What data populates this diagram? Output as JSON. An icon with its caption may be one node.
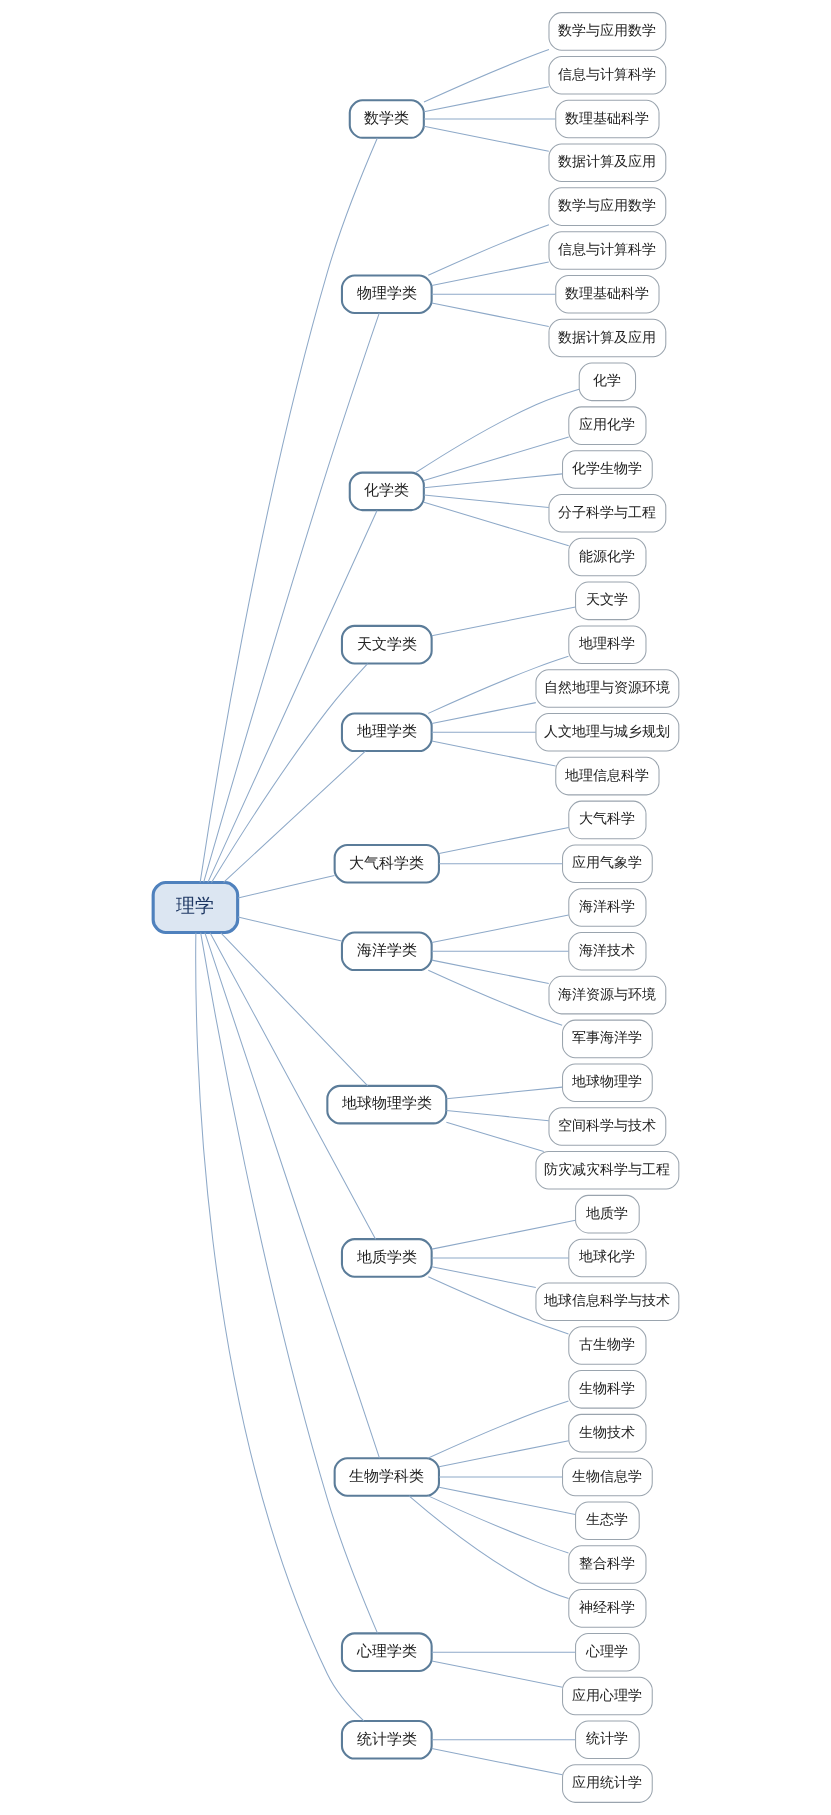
{
  "diagram": {
    "nodes": [
      {
        "text": [
          "理学"
        ]
      },
      {
        "text": [
          "数学类"
        ]
      },
      {
        "text": [
          "数学与应用数学"
        ]
      },
      {
        "text": [
          "信息与计算科学"
        ]
      },
      {
        "text": [
          "数理基础科学"
        ]
      },
      {
        "text": [
          "数据计算及应用"
        ]
      },
      {
        "text": [
          "物理学类"
        ]
      },
      {
        "text": [
          "数学与应用数学"
        ]
      },
      {
        "text": [
          "信息与计算科学"
        ]
      },
      {
        "text": [
          "数理基础科学"
        ]
      },
      {
        "text": [
          "数据计算及应用"
        ]
      },
      {
        "text": [
          "化学类"
        ]
      },
      {
        "text": [
          "化学"
        ]
      },
      {
        "text": [
          "应用化学"
        ]
      },
      {
        "text": [
          "化学生物学"
        ]
      },
      {
        "text": [
          "分子科学与工程"
        ]
      },
      {
        "text": [
          "能源化学"
        ]
      },
      {
        "text": [
          "天文学类"
        ]
      },
      {
        "text": [
          "天文学"
        ]
      },
      {
        "text": [
          "地理学类"
        ]
      },
      {
        "text": [
          "地理科学"
        ]
      },
      {
        "text": [
          "自然地理与资源环境"
        ]
      },
      {
        "text": [
          "人文地理与城乡规划"
        ]
      },
      {
        "text": [
          "地理信息科学"
        ]
      },
      {
        "text": [
          "大气科学类"
        ]
      },
      {
        "text": [
          "大气科学"
        ]
      },
      {
        "text": [
          "应用气象学"
        ]
      },
      {
        "text": [
          "海洋学类"
        ]
      },
      {
        "text": [
          "海洋科学"
        ]
      },
      {
        "text": [
          "海洋技术"
        ]
      },
      {
        "text": [
          "海洋资源与环境"
        ]
      },
      {
        "text": [
          "军事海洋学"
        ]
      },
      {
        "text": [
          "地球物理学类"
        ]
      },
      {
        "text": [
          "地球物理学"
        ]
      },
      {
        "text": [
          "空间科学与技术"
        ]
      },
      {
        "text": [
          "防灾减灾科学与工程"
        ]
      },
      {
        "text": [
          "地质学类"
        ]
      },
      {
        "text": [
          "地质学"
        ]
      },
      {
        "text": [
          "地球化学"
        ]
      },
      {
        "text": [
          "地球信息科学与技术"
        ]
      },
      {
        "text": [
          "古生物学"
        ]
      },
      {
        "text": [
          "生物学科类"
        ]
      },
      {
        "text": [
          "生物科学"
        ]
      },
      {
        "text": [
          "生物技术"
        ]
      },
      {
        "text": [
          "生物信息学"
        ]
      },
      {
        "text": [
          "生态学"
        ]
      },
      {
        "text": [
          "整合科学"
        ]
      },
      {
        "text": [
          "神经科学"
        ]
      },
      {
        "text": [
          "心理学类"
        ]
      },
      {
        "text": [
          "心理学"
        ]
      },
      {
        "text": [
          "应用心理学"
        ]
      },
      {
        "text": [
          "统计学类"
        ]
      },
      {
        "text": [
          "统计学"
        ]
      },
      {
        "text": [
          "应用统计学"
        ]
      }
    ],
    "edges": [
      {
        "from": 0,
        "to": 1,
        "arrow": "none"
      },
      {
        "from": 1,
        "to": 2,
        "arrow": "none"
      },
      {
        "from": 1,
        "to": 3,
        "arrow": "none"
      },
      {
        "from": 1,
        "to": 4,
        "arrow": "none"
      },
      {
        "from": 1,
        "to": 5,
        "arrow": "none"
      },
      {
        "from": 0,
        "to": 6,
        "arrow": "none"
      },
      {
        "from": 6,
        "to": 7,
        "arrow": "none"
      },
      {
        "from": 6,
        "to": 8,
        "arrow": "none"
      },
      {
        "from": 6,
        "to": 9,
        "arrow": "none"
      },
      {
        "from": 6,
        "to": 10,
        "arrow": "none"
      },
      {
        "from": 0,
        "to": 11,
        "arrow": "none"
      },
      {
        "from": 11,
        "to": 12,
        "arrow": "none"
      },
      {
        "from": 11,
        "to": 13,
        "arrow": "none"
      },
      {
        "from": 11,
        "to": 14,
        "arrow": "none"
      },
      {
        "from": 11,
        "to": 15,
        "arrow": "none"
      },
      {
        "from": 11,
        "to": 16,
        "arrow": "none"
      },
      {
        "from": 0,
        "to": 17,
        "arrow": "none"
      },
      {
        "from": 17,
        "to": 18,
        "arrow": "none"
      },
      {
        "from": 0,
        "to": 19,
        "arrow": "none"
      },
      {
        "from": 19,
        "to": 20,
        "arrow": "none"
      },
      {
        "from": 19,
        "to": 21,
        "arrow": "none"
      },
      {
        "from": 19,
        "to": 22,
        "arrow": "none"
      },
      {
        "from": 19,
        "to": 23,
        "arrow": "none"
      },
      {
        "from": 0,
        "to": 24,
        "arrow": "none"
      },
      {
        "from": 24,
        "to": 25,
        "arrow": "none"
      },
      {
        "from": 24,
        "to": 26,
        "arrow": "none"
      },
      {
        "from": 0,
        "to": 27,
        "arrow": "none"
      },
      {
        "from": 27,
        "to": 28,
        "arrow": "none"
      },
      {
        "from": 27,
        "to": 29,
        "arrow": "none"
      },
      {
        "from": 27,
        "to": 30,
        "arrow": "none"
      },
      {
        "from": 27,
        "to": 31,
        "arrow": "none"
      },
      {
        "from": 0,
        "to": 32,
        "arrow": "none"
      },
      {
        "from": 32,
        "to": 33,
        "arrow": "none"
      },
      {
        "from": 32,
        "to": 34,
        "arrow": "none"
      },
      {
        "from": 32,
        "to": 35,
        "arrow": "none"
      },
      {
        "from": 0,
        "to": 36,
        "arrow": "none"
      },
      {
        "from": 36,
        "to": 37,
        "arrow": "none"
      },
      {
        "from": 36,
        "to": 38,
        "arrow": "none"
      },
      {
        "from": 36,
        "to": 39,
        "arrow": "none"
      },
      {
        "from": 36,
        "to": 40,
        "arrow": "none"
      },
      {
        "from": 0,
        "to": 41,
        "arrow": "none"
      },
      {
        "from": 41,
        "to": 42,
        "arrow": "none"
      },
      {
        "from": 41,
        "to": 43,
        "arrow": "none"
      },
      {
        "from": 41,
        "to": 44,
        "arrow": "none"
      },
      {
        "from": 41,
        "to": 45,
        "arrow": "none"
      },
      {
        "from": 41,
        "to": 46,
        "arrow": "none"
      },
      {
        "from": 41,
        "to": 47,
        "arrow": "none"
      },
      {
        "from": 0,
        "to": 48,
        "arrow": "none"
      },
      {
        "from": 48,
        "to": 49,
        "arrow": "none"
      },
      {
        "from": 48,
        "to": 50,
        "arrow": "none"
      },
      {
        "from": 0,
        "to": 51,
        "arrow": "none"
      },
      {
        "from": 51,
        "to": 52,
        "arrow": "none"
      },
      {
        "from": 51,
        "to": 53,
        "arrow": "none"
      }
    ]
  }
}
